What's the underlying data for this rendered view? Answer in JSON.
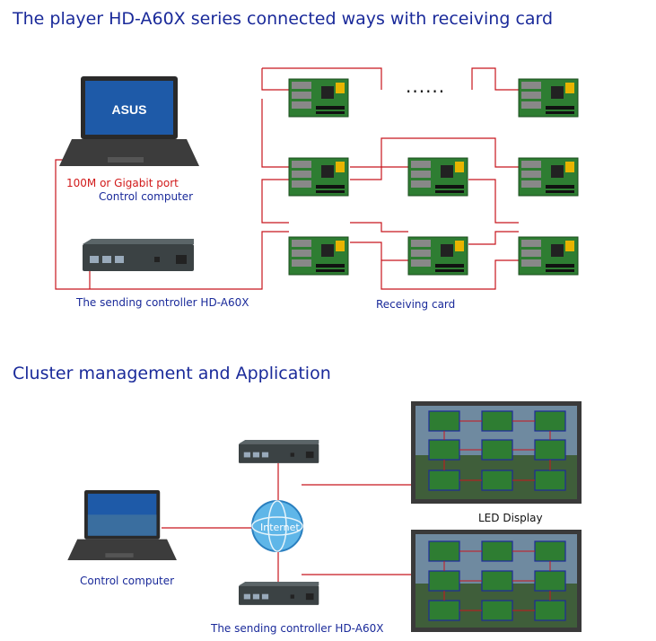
{
  "section1": {
    "title": "The player HD-A60X series connected ways with receiving card",
    "port_label": "100M or Gigabit port",
    "computer_label": "Control computer",
    "sender_label": "The sending controller HD-A60X",
    "receiving_label": "Receiving card",
    "dots": "......",
    "laptop_brand": "ASUS"
  },
  "section2": {
    "title": "Cluster management and Application",
    "computer_label": "Control computer",
    "display_label": "LED Display",
    "internet_label": "Internet",
    "sender_label": "The sending controller HD-A60X"
  },
  "colors": {
    "title": "#1a2a9a",
    "cable": "#c8161d",
    "pcb": "#2e7d32",
    "accent_red": "#d11a1a"
  }
}
